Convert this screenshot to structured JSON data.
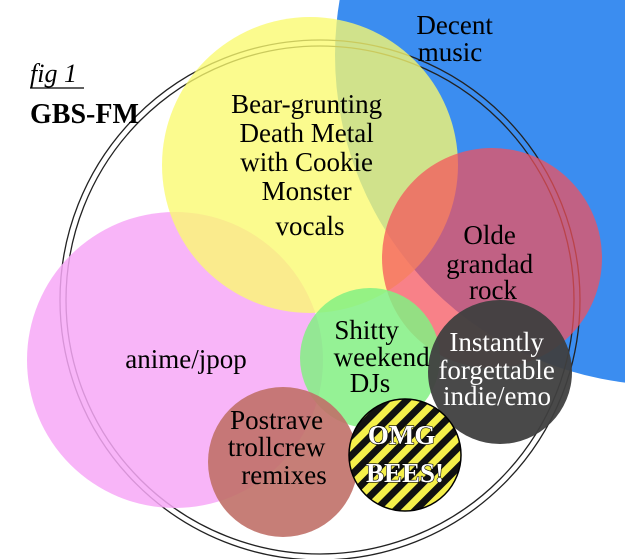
{
  "figure": {
    "caption": "fig 1",
    "name": "GBS-FM"
  },
  "sets": {
    "decent_music": {
      "lines": [
        "Decent",
        "music"
      ],
      "color": "#3b8df0"
    },
    "death_metal": {
      "lines": [
        "Bear-grunting",
        "Death Metal",
        "with Cookie",
        "Monster",
        "vocals"
      ],
      "color": "#fafa6e"
    },
    "grandad_rock": {
      "lines": [
        "Olde",
        "grandad",
        "rock"
      ],
      "color": "#f5505a"
    },
    "anime_jpop": {
      "lines": [
        "anime/jpop"
      ],
      "color": "#f7a8f7"
    },
    "weekend_djs": {
      "lines": [
        "Shitty",
        "weekend",
        "DJs"
      ],
      "color": "#82f082"
    },
    "indie_emo": {
      "lines": [
        "Instantly",
        "forgettable",
        "indie/emo"
      ],
      "color": "#3f3f3f"
    },
    "postrave": {
      "lines": [
        "Postrave",
        "trollcrew",
        "remixes"
      ],
      "color": "#c07068"
    },
    "bees": {
      "lines": [
        "OMG",
        "BEES!"
      ],
      "stripe_a": "#f5f04a",
      "stripe_b": "#111111"
    }
  }
}
